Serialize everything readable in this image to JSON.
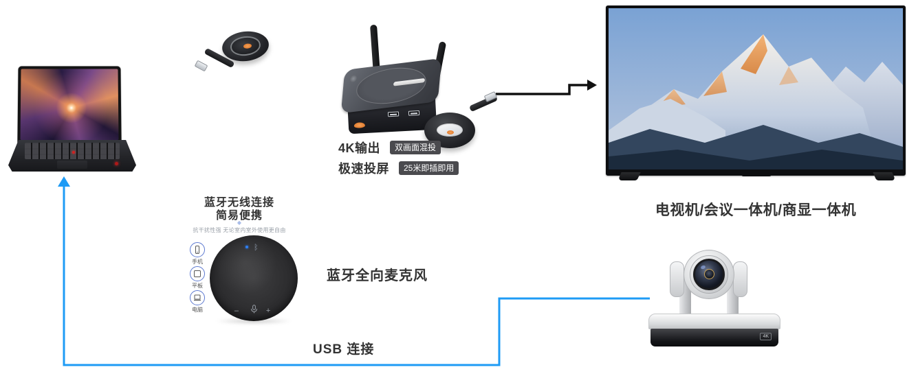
{
  "diagram": {
    "transmitter": {
      "feature_line1": "4K输出",
      "feature_line2": "极速投屏",
      "badge_top": "双画面混投",
      "badge_bottom": "25米即插即用"
    },
    "display": {
      "label": "电视机/会议一体机/商显一体机"
    },
    "speakerphone": {
      "heading_line1": "蓝牙无线连接",
      "heading_line2": "简易便携",
      "diamond_icon": "◆",
      "subtext": "抗干扰性强 无论室内室外使用更自由",
      "devices": [
        {
          "label": "手机"
        },
        {
          "label": "平板"
        },
        {
          "label": "电脑"
        }
      ],
      "product_label": "蓝牙全向麦克风",
      "bluetooth_glyph": "ᛒ",
      "minus_glyph": "–",
      "plus_glyph": "+"
    },
    "camera": {
      "badge": "4K"
    },
    "connection": {
      "usb_label": "USB 连接"
    }
  },
  "colors": {
    "connection_blue": "#1E9BF5",
    "arrow_black": "#111111",
    "badge_bg": "#4A4A4E",
    "accent_orange": "#E87E2B",
    "icon_ring_blue": "#5B78D0",
    "text_dark": "#333333"
  }
}
